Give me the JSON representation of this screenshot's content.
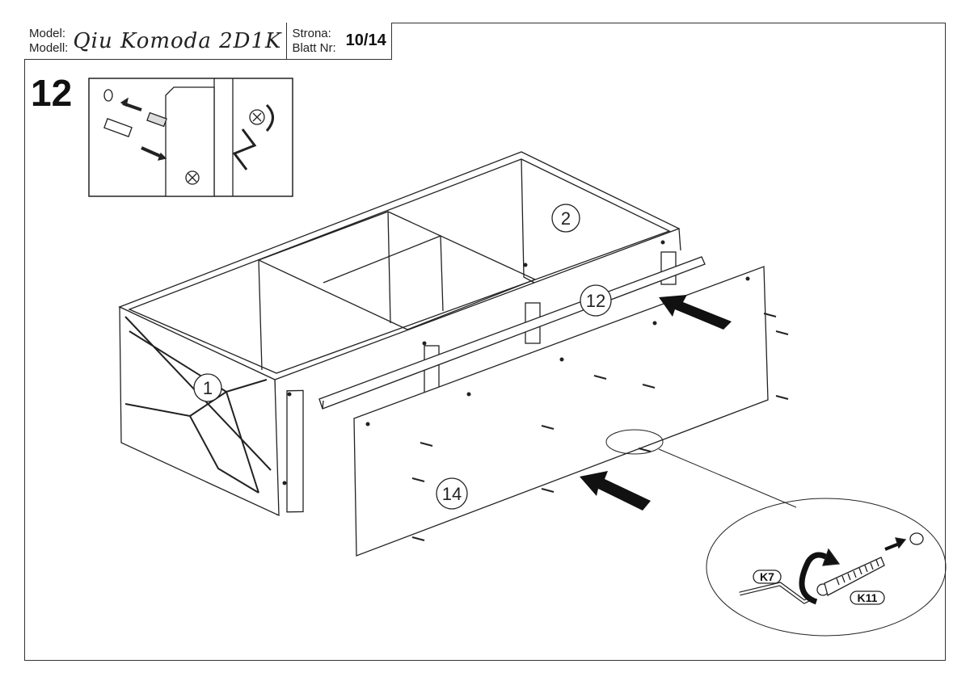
{
  "header": {
    "model_label_pl": "Model:",
    "model_label_de": "Modell:",
    "model_name": "Qiu Komoda 2D1K",
    "page_label_pl": "Strona:",
    "page_label_de": "Blatt Nr:",
    "page_number": "10/14"
  },
  "step_number": "12",
  "part_labels": {
    "p1": "1",
    "p2": "2",
    "p12": "12",
    "p14": "14"
  },
  "detail": {
    "tool_label": "K7",
    "screw_label": "K11"
  }
}
